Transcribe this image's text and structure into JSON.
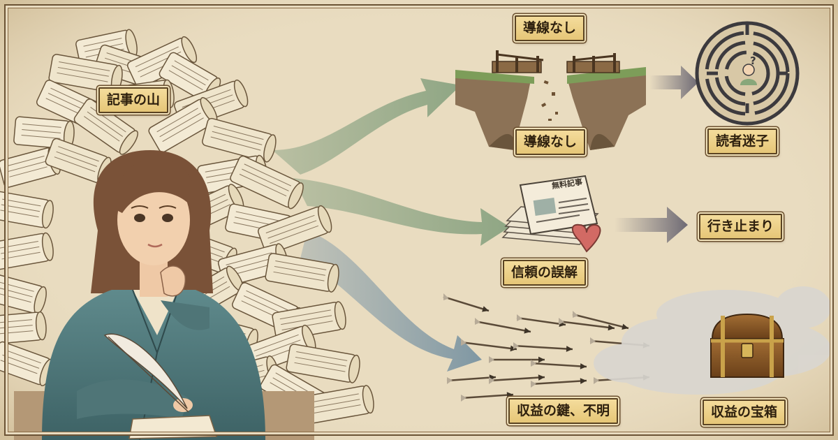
{
  "labels": {
    "article_pile": "記事の山",
    "no_path_top": "導線なし",
    "no_path_bottom": "導線なし",
    "lost_reader": "読者迷子",
    "dead_end": "行き止まり",
    "trust_misunderstanding": "信頼の誤解",
    "paper_stamp": "無料記事",
    "unknown_key": "収益の鍵、不明",
    "treasure_chest": "収益の宝箱"
  },
  "colors": {
    "background": "#e9dcc0",
    "arrow_green": "#93a88a",
    "arrow_blue": "#8fa3ad",
    "arrow_gray": "#74707a",
    "label_fill": "#edd389",
    "label_border": "#5a4322"
  },
  "icons": [
    "scroll-pile",
    "woman-illustration",
    "quill-icon",
    "broken-bridge-icon",
    "maze-icon",
    "newspaper-stack-icon",
    "heart-icon",
    "arrow-swarm",
    "cloud-icon",
    "treasure-chest-icon"
  ]
}
